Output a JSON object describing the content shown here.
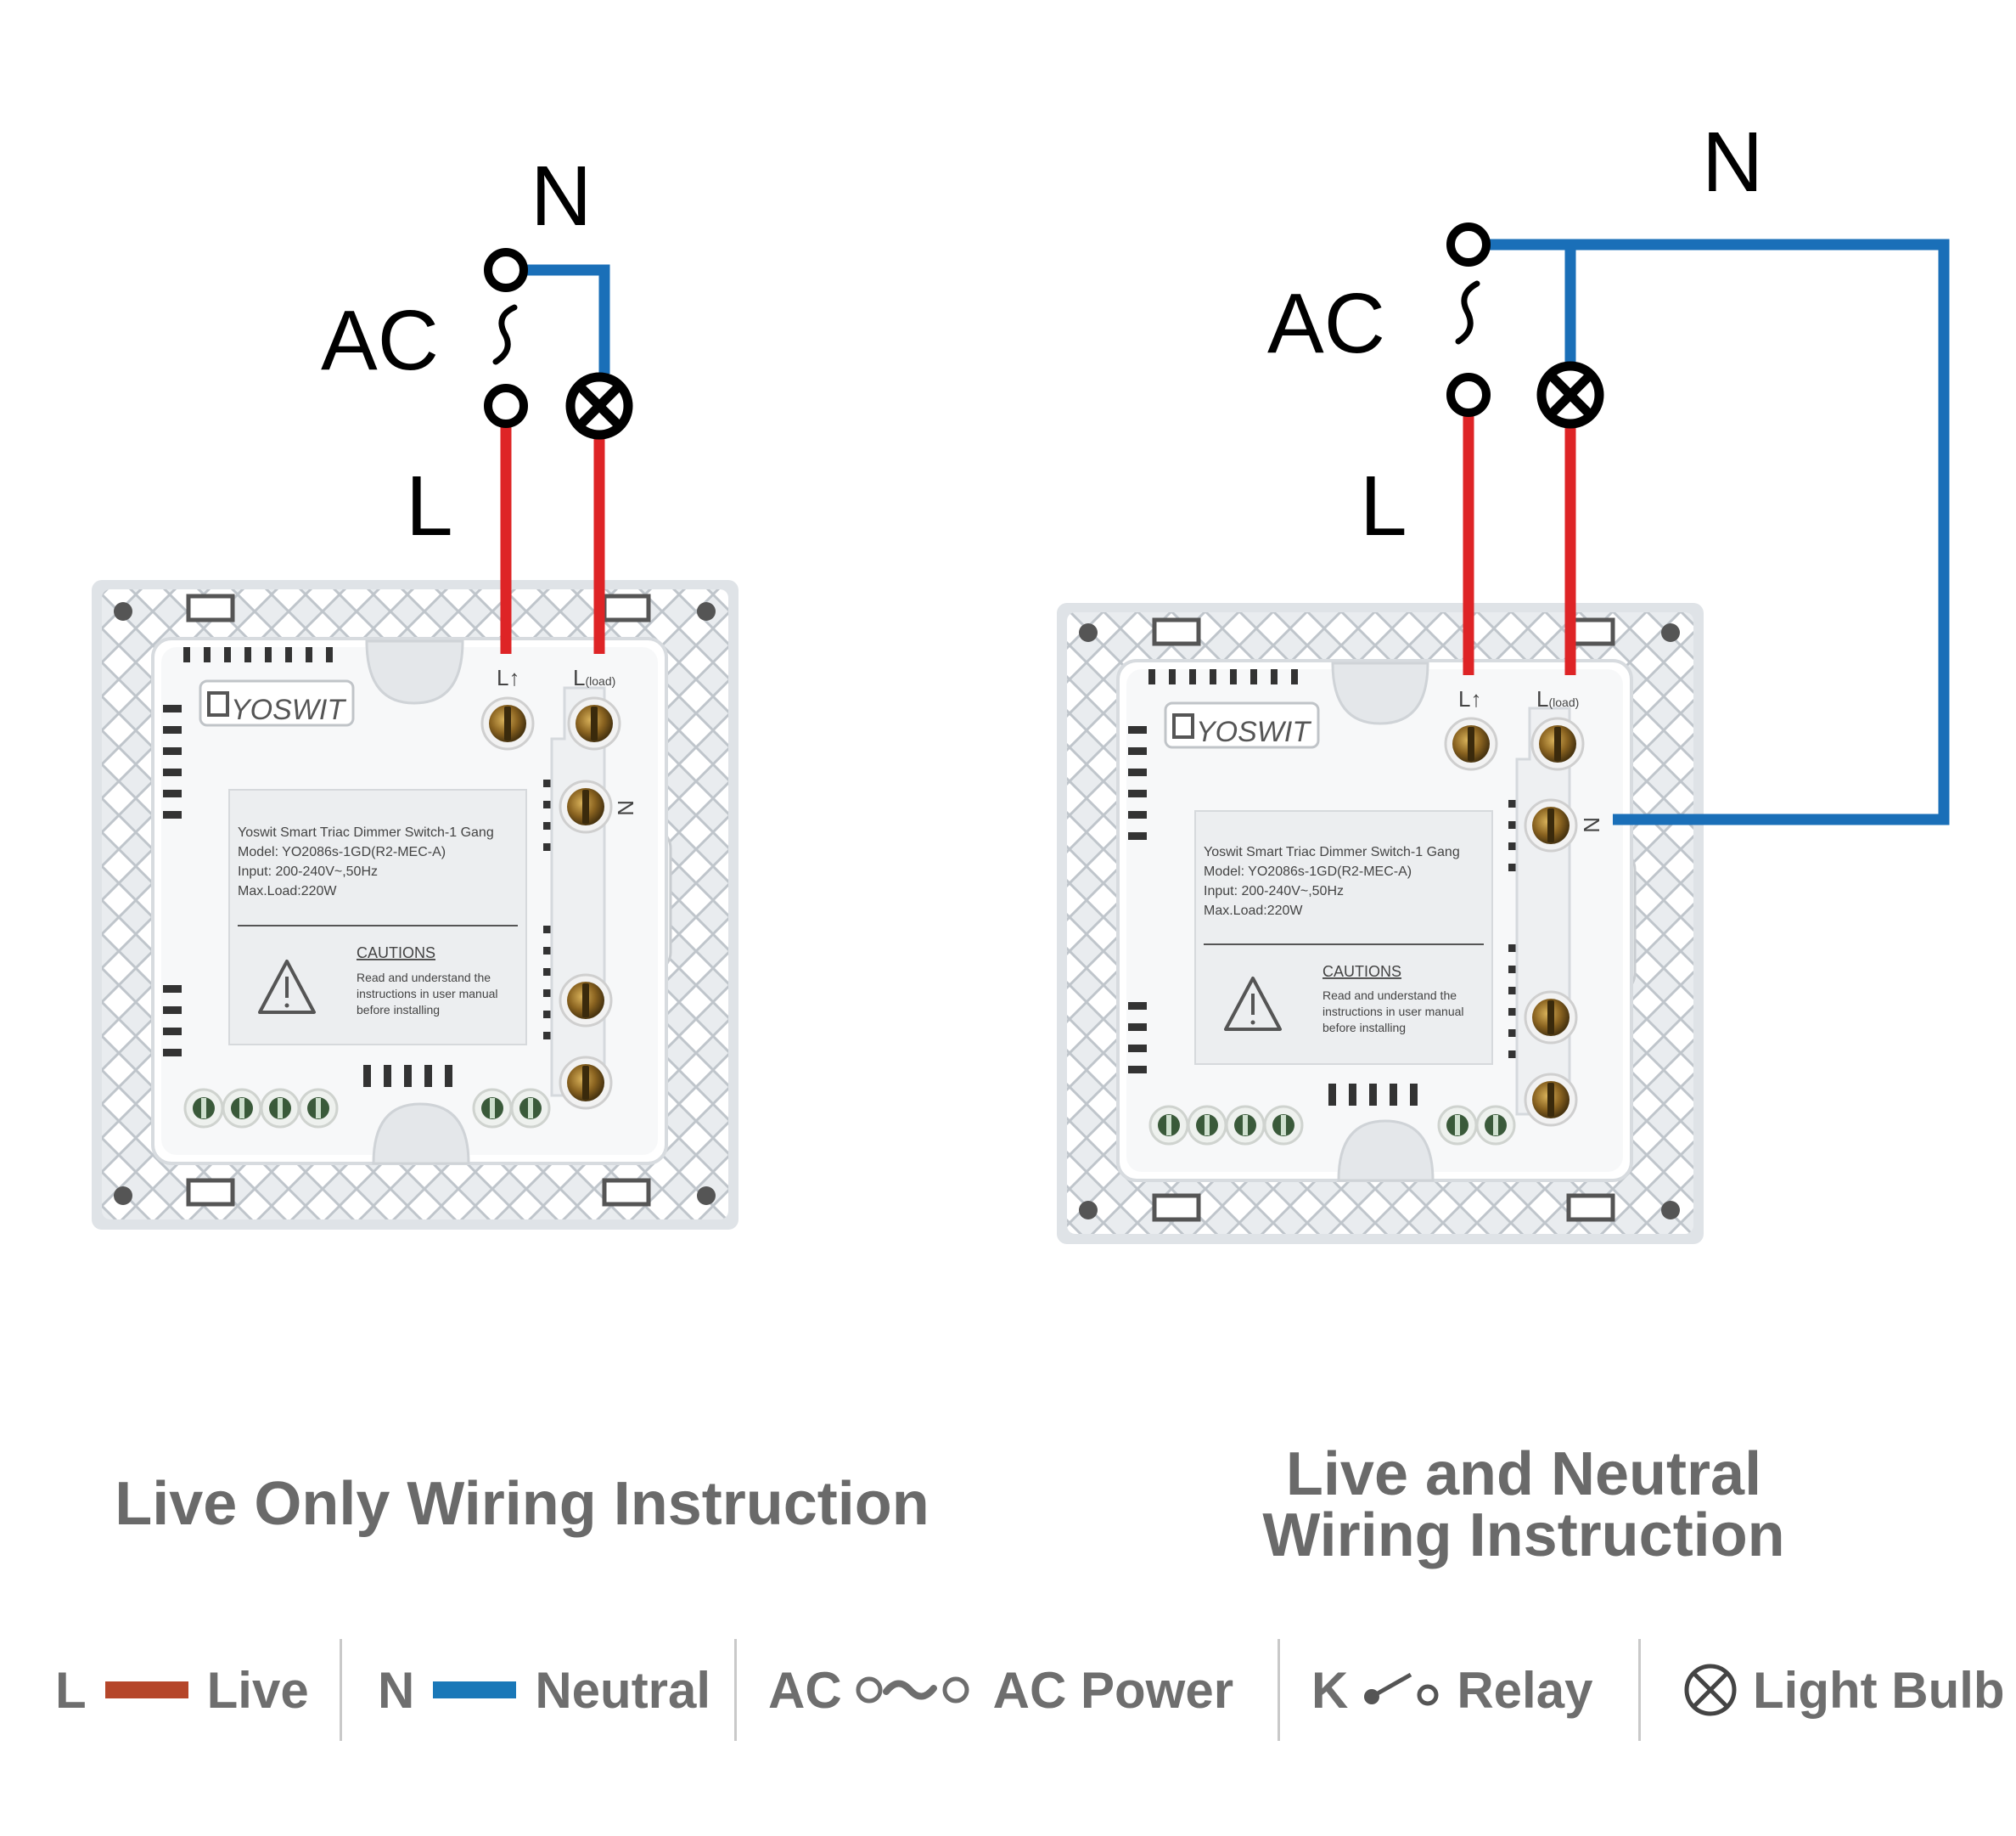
{
  "colors": {
    "live_wire": "#de2426",
    "neutral_wire": "#1a6fb8",
    "legend_live": "#b5462a",
    "legend_neutral": "#1a78b8",
    "text_gray": "#6a6a6a"
  },
  "diagrams": [
    {
      "id": "live-only",
      "labels": {
        "n": "N",
        "ac": "AC",
        "l": "L"
      },
      "terminals": {
        "l_in": "L↑",
        "l_load_main": "L",
        "l_load_sub": "(load)",
        "n": "N"
      },
      "device": {
        "brand": "YOSWIT",
        "label_lines": [
          "Yoswit Smart Triac Dimmer Switch-1 Gang",
          "Model: YO2086s-1GD(R2-MEC-A)",
          "Input: 200-240V~,50Hz",
          "Max.Load:220W"
        ],
        "caution_title": "CAUTIONS",
        "caution_lines": [
          "Read and understand the",
          "instructions in user manual",
          "before installing"
        ]
      },
      "title": "Live Only Wiring Instruction"
    },
    {
      "id": "live-neutral",
      "labels": {
        "n": "N",
        "ac": "AC",
        "l": "L"
      },
      "terminals": {
        "l_in": "L↑",
        "l_load_main": "L",
        "l_load_sub": "(load)",
        "n": "N"
      },
      "device": {
        "brand": "YOSWIT",
        "label_lines": [
          "Yoswit Smart Triac Dimmer Switch-1 Gang",
          "Model: YO2086s-1GD(R2-MEC-A)",
          "Input: 200-240V~,50Hz",
          "Max.Load:220W"
        ],
        "caution_title": "CAUTIONS",
        "caution_lines": [
          "Read and understand the",
          "instructions in user manual",
          "before installing"
        ]
      },
      "title_lines": [
        "Live and Neutral",
        "Wiring Instruction"
      ]
    }
  ],
  "legend": {
    "live": {
      "key": "L",
      "label": "Live"
    },
    "neutral": {
      "key": "N",
      "label": "Neutral"
    },
    "ac": {
      "key": "AC",
      "label": "AC Power"
    },
    "relay": {
      "key": "K",
      "label": "Relay"
    },
    "bulb": {
      "label": "Light Bulb"
    }
  }
}
